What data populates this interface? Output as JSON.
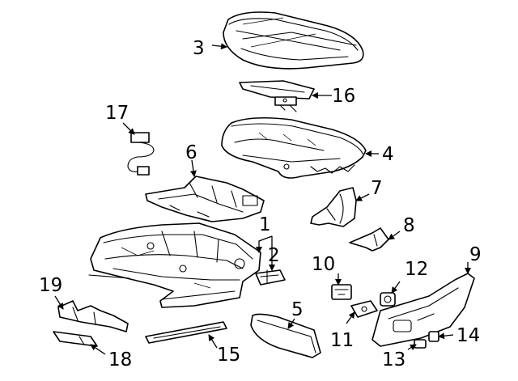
{
  "diagram": {
    "callouts": [
      {
        "key": "c1",
        "label": "1"
      },
      {
        "key": "c2",
        "label": "2"
      },
      {
        "key": "c3",
        "label": "3"
      },
      {
        "key": "c4",
        "label": "4"
      },
      {
        "key": "c5",
        "label": "5"
      },
      {
        "key": "c6",
        "label": "6"
      },
      {
        "key": "c7",
        "label": "7"
      },
      {
        "key": "c8",
        "label": "8"
      },
      {
        "key": "c9",
        "label": "9"
      },
      {
        "key": "c10",
        "label": "10"
      },
      {
        "key": "c11",
        "label": "11"
      },
      {
        "key": "c12",
        "label": "12"
      },
      {
        "key": "c13",
        "label": "13"
      },
      {
        "key": "c14",
        "label": "14"
      },
      {
        "key": "c15",
        "label": "15"
      },
      {
        "key": "c16",
        "label": "16"
      },
      {
        "key": "c17",
        "label": "17"
      },
      {
        "key": "c18",
        "label": "18"
      },
      {
        "key": "c19",
        "label": "19"
      }
    ],
    "colors": {
      "line": "#000000",
      "background": "#ffffff"
    }
  }
}
